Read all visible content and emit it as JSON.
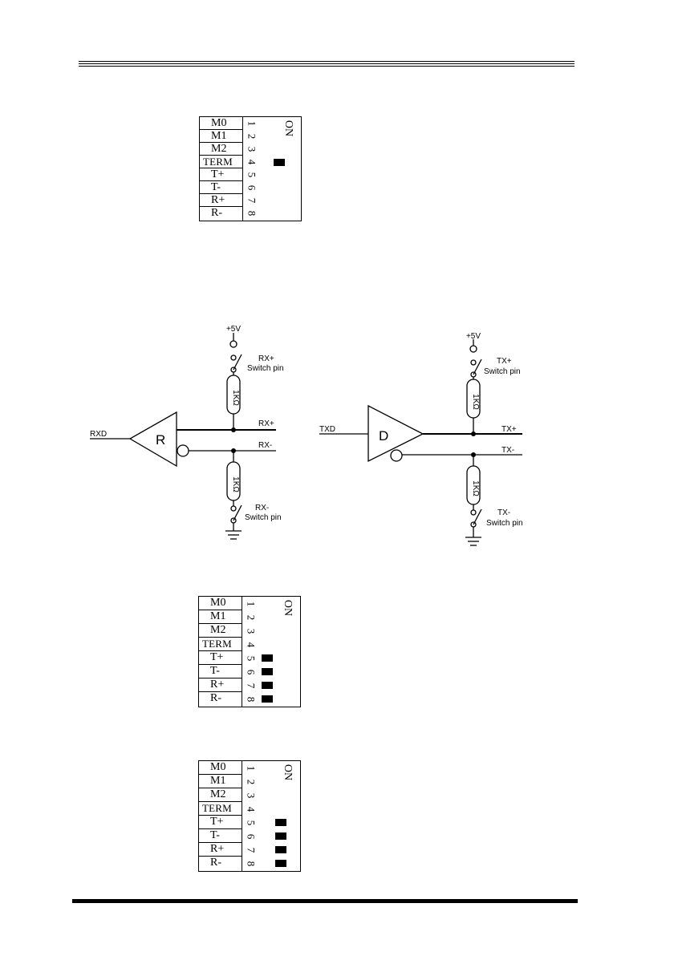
{
  "dip_switches": {
    "on_label": "ON",
    "names": [
      "M0",
      "M1",
      "M2",
      "TERM",
      "T+",
      "T-",
      "R+",
      "R-"
    ],
    "numbers": [
      "1",
      "2",
      "3",
      "4",
      "5",
      "6",
      "7",
      "8"
    ],
    "switch1_on_positions": [
      4
    ],
    "switch2_on_positions": [
      5,
      6,
      7,
      8
    ],
    "switch3_on_positions": [
      5,
      6,
      7,
      8
    ]
  },
  "receiver_circuit": {
    "supply": "+5V",
    "input_label": "RXD",
    "block_label": "R",
    "line_pos": "RX+",
    "line_neg": "RX-",
    "switch_top_label_1": "RX+",
    "switch_top_label_2": "Switch pin",
    "switch_bottom_label_1": "RX-",
    "switch_bottom_label_2": "Switch pin",
    "resistor_top": "1KΩ",
    "resistor_bottom": "1KΩ"
  },
  "driver_circuit": {
    "supply": "+5V",
    "input_label": "TXD",
    "block_label": "D",
    "line_pos": "TX+",
    "line_neg": "TX-",
    "switch_top_label_1": "TX+",
    "switch_top_label_2": "Switch pin",
    "switch_bottom_label_1": "TX-",
    "switch_bottom_label_2": "Switch pin",
    "resistor_top": "1KΩ",
    "resistor_bottom": "1KΩ"
  }
}
